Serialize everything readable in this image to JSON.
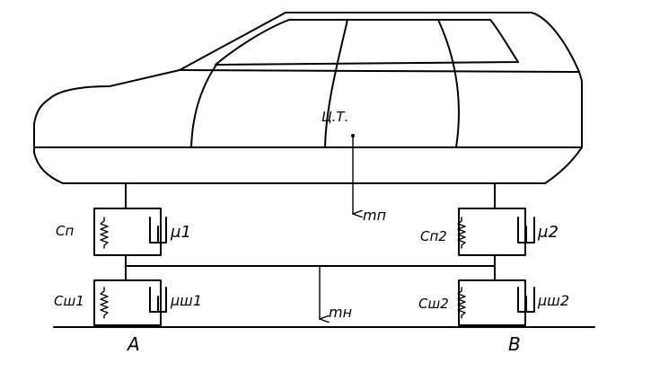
{
  "labels": {
    "center_of_mass": "Ц.Т.",
    "sprung_mass": "mп",
    "unsprung_mass": "mн",
    "front_spring": "Cп",
    "front_damper": "μ1",
    "rear_spring": "Cп2",
    "rear_damper": "μ2",
    "front_tire_spring": "Cш1",
    "front_tire_damper": "μш1",
    "rear_tire_spring": "Cш2",
    "rear_tire_damper": "μш2",
    "point_a": "A",
    "point_b": "B"
  }
}
